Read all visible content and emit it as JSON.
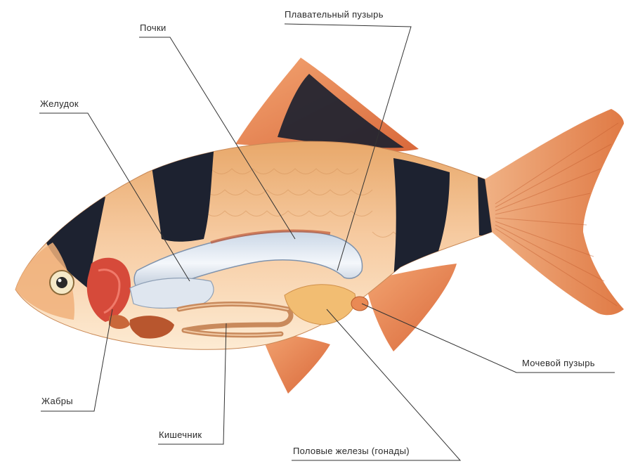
{
  "labels": {
    "swim_bladder": "Плавательный пузырь",
    "kidneys": "Почки",
    "stomach": "Желудок",
    "gills": "Жабры",
    "intestine": "Кишечник",
    "urinary_bladder": "Мочевой пузырь",
    "gonads": "Половые железы (гонады)"
  },
  "colors": {
    "body": "#f2c38a",
    "belly": "#fbe3c0",
    "stripe": "#1d2230",
    "fin": "#e98a55",
    "leader_line": "#333333"
  }
}
